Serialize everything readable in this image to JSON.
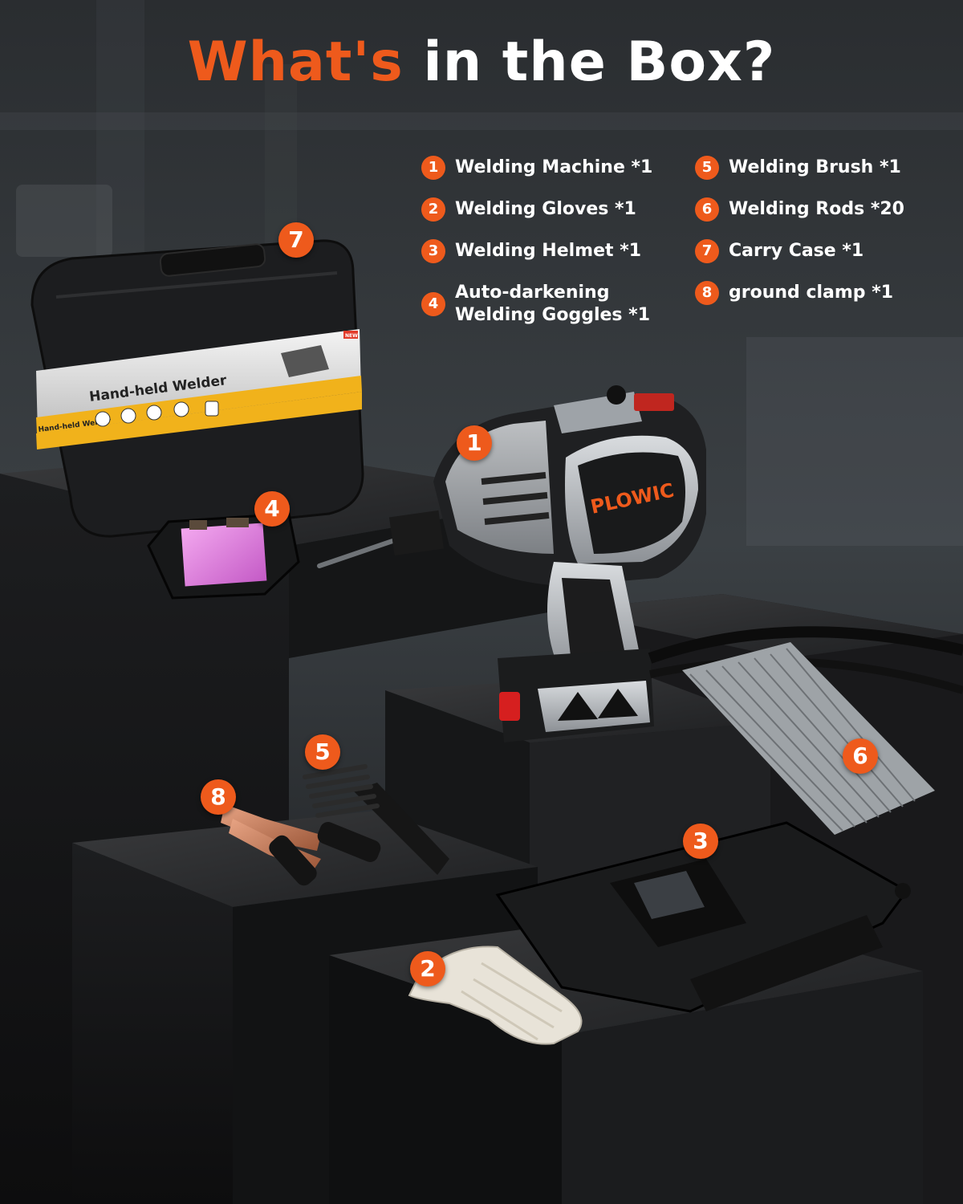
{
  "title": {
    "part1": "What's",
    "part2": "in the Box?"
  },
  "colors": {
    "accent": "#ee5a1c",
    "background": "#1a1c1e",
    "text": "#ffffff"
  },
  "items": [
    {
      "num": "1",
      "label": "Welding Machine *1"
    },
    {
      "num": "2",
      "label": "Welding Gloves *1"
    },
    {
      "num": "3",
      "label": "Welding Helmet *1"
    },
    {
      "num": "4",
      "label": "Auto-darkening\nWelding Goggles *1"
    },
    {
      "num": "5",
      "label": "Welding Brush *1"
    },
    {
      "num": "6",
      "label": "Welding Rods *20"
    },
    {
      "num": "7",
      "label": "Carry Case *1"
    },
    {
      "num": "8",
      "label": "ground clamp *1"
    }
  ],
  "product": {
    "brand": "PLOWIC",
    "case_label": "Hand-held Welder",
    "case_side_label": "Hand-held Welder",
    "case_badge": "NEW"
  }
}
